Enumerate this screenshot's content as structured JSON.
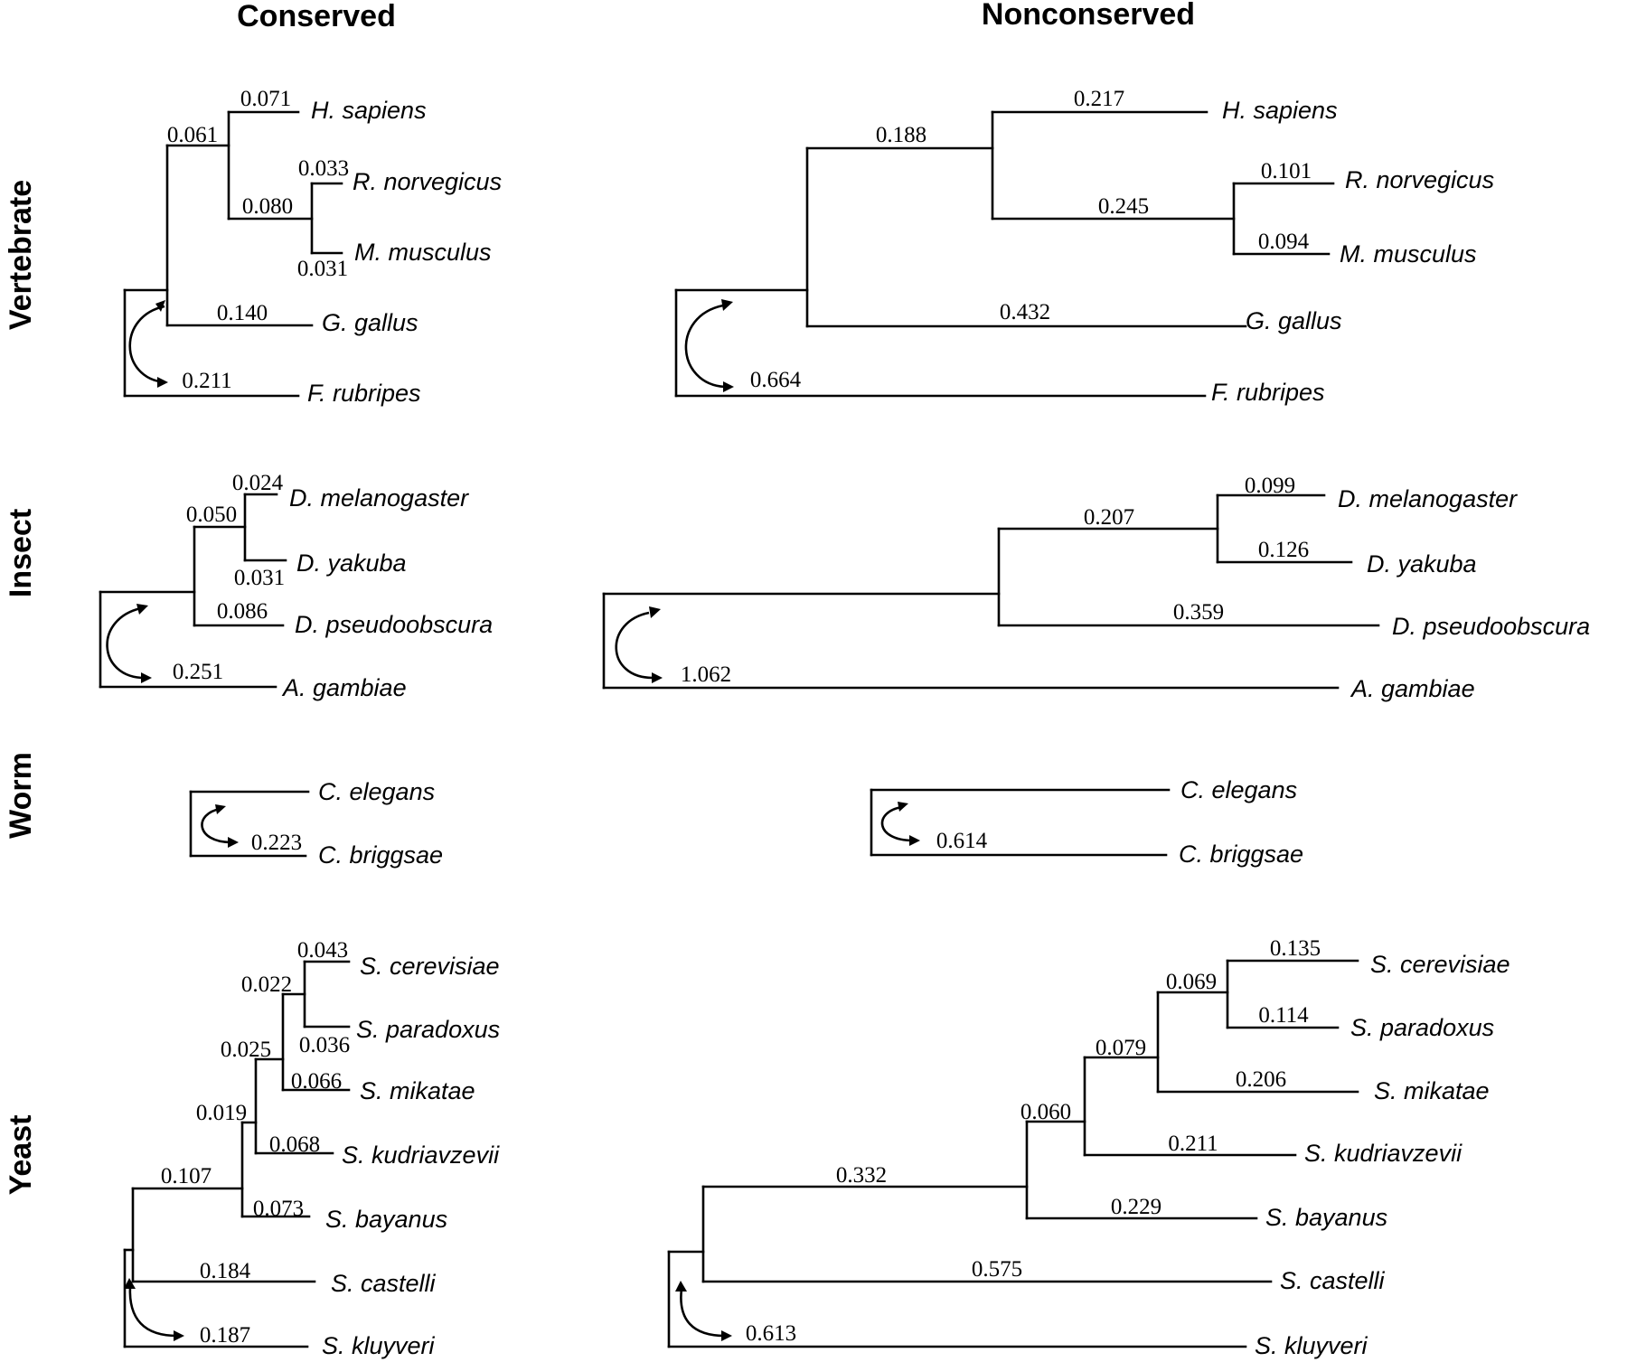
{
  "columns": {
    "conserved": "Conserved",
    "nonconserved": "Nonconserved"
  },
  "rows": {
    "vertebrate": "Vertebrate",
    "insect": "Insect",
    "worm": "Worm",
    "yeast": "Yeast"
  },
  "trees": {
    "vert_c": {
      "taxa": [
        "H. sapiens",
        "R. norvegicus",
        "M. musculus",
        "G. gallus",
        "F. rubripes"
      ],
      "lengths": [
        "0.071",
        "0.061",
        "0.033",
        "0.080",
        "0.031",
        "0.140",
        "0.211"
      ]
    },
    "vert_n": {
      "taxa": [
        "H. sapiens",
        "R. norvegicus",
        "M. musculus",
        "G. gallus",
        "F. rubripes"
      ],
      "lengths": [
        "0.217",
        "0.188",
        "0.101",
        "0.245",
        "0.094",
        "0.432",
        "0.664"
      ]
    },
    "ins_c": {
      "taxa": [
        "D. melanogaster",
        "D. yakuba",
        "D. pseudoobscura",
        "A. gambiae"
      ],
      "lengths": [
        "0.024",
        "0.050",
        "0.031",
        "0.086",
        "0.251"
      ]
    },
    "ins_n": {
      "taxa": [
        "D. melanogaster",
        "D. yakuba",
        "D. pseudoobscura",
        "A. gambiae"
      ],
      "lengths": [
        "0.099",
        "0.207",
        "0.126",
        "0.359",
        "1.062"
      ]
    },
    "worm_c": {
      "taxa": [
        "C. elegans",
        "C. briggsae"
      ],
      "lengths": [
        "0.223"
      ]
    },
    "worm_n": {
      "taxa": [
        "C. elegans",
        "C. briggsae"
      ],
      "lengths": [
        "0.614"
      ]
    },
    "yeast_c": {
      "taxa": [
        "S. cerevisiae",
        "S. paradoxus",
        "S. mikatae",
        "S. kudriavzevii",
        "S. bayanus",
        "S. castelli",
        "S. kluyveri"
      ],
      "lengths": [
        "0.043",
        "0.022",
        "0.036",
        "0.025",
        "0.066",
        "0.019",
        "0.068",
        "0.107",
        "0.073",
        "0.184",
        "0.187"
      ]
    },
    "yeast_n": {
      "taxa": [
        "S. cerevisiae",
        "S. paradoxus",
        "S. mikatae",
        "S. kudriavzevii",
        "S. bayanus",
        "S. castelli",
        "S. kluyveri"
      ],
      "lengths": [
        "0.135",
        "0.069",
        "0.114",
        "0.079",
        "0.206",
        "0.060",
        "0.211",
        "0.332",
        "0.229",
        "0.575",
        "0.613"
      ]
    }
  }
}
